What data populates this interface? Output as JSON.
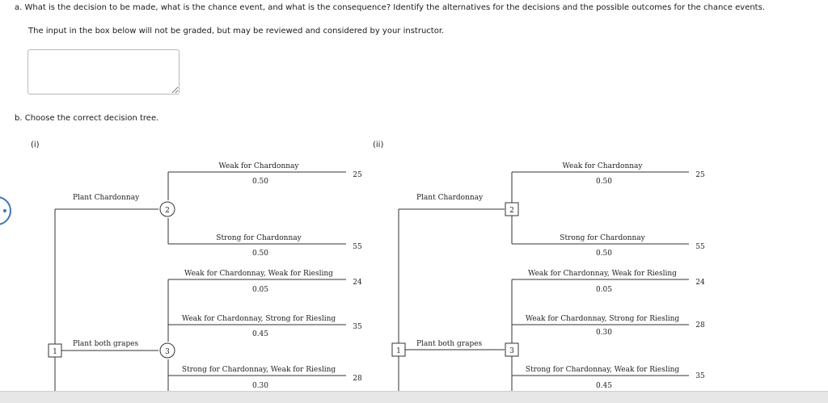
{
  "question_a": {
    "text": "a.  What is the decision to be made, what is the chance event, and what is the consequence? Identify the alternatives for the decisions and the possible outcomes for the chance events.",
    "note": "The input in the box below will not be graded, but may be reviewed and considered by your instructor.",
    "answer_value": ""
  },
  "question_b": {
    "text": "b.  Choose the correct decision tree."
  },
  "trees": [
    {
      "label": "(i)",
      "decision_node": "1",
      "alternatives": {
        "first": {
          "label": "Plant Chardonnay",
          "node": "2"
        },
        "second": {
          "label": "Plant both grapes",
          "node": "3"
        }
      },
      "branches": [
        {
          "outcome": "Weak for Chardonnay",
          "prob": "0.50",
          "value": "25"
        },
        {
          "outcome": "Strong for Chardonnay",
          "prob": "0.50",
          "value": "55"
        },
        {
          "outcome": "Weak for Chardonnay, Weak for Riesling",
          "prob": "0.05",
          "value": "24"
        },
        {
          "outcome": "Weak for Chardonnay, Strong for Riesling",
          "prob": "0.45",
          "value": "35"
        },
        {
          "outcome": "Strong for Chardonnay, Weak for Riesling",
          "prob": "0.30",
          "value": "28"
        }
      ]
    },
    {
      "label": "(ii)",
      "decision_node": "1",
      "alternatives": {
        "first": {
          "label": "Plant Chardonnay",
          "node": "2"
        },
        "second": {
          "label": "Plant both grapes",
          "node": "3"
        }
      },
      "branches": [
        {
          "outcome": "Weak for Chardonnay",
          "prob": "0.50",
          "value": "25"
        },
        {
          "outcome": "Strong for Chardonnay",
          "prob": "0.50",
          "value": "55"
        },
        {
          "outcome": "Weak for Chardonnay, Weak for Riesling",
          "prob": "0.05",
          "value": "24"
        },
        {
          "outcome": "Weak for Chardonnay, Strong for Riesling",
          "prob": "0.30",
          "value": "28"
        },
        {
          "outcome": "Strong for Chardonnay, Weak for Riesling",
          "prob": "0.45",
          "value": "35"
        }
      ]
    }
  ]
}
